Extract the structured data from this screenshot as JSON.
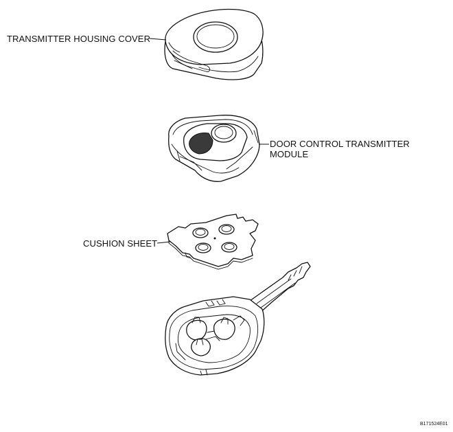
{
  "labels": {
    "housing_cover": "TRANSMITTER HOUSING COVER",
    "transmitter_module_line1": "DOOR CONTROL TRANSMITTER",
    "transmitter_module_line2": "MODULE",
    "cushion_sheet": "CUSHION SHEET"
  },
  "figure_code": "B171524E01"
}
